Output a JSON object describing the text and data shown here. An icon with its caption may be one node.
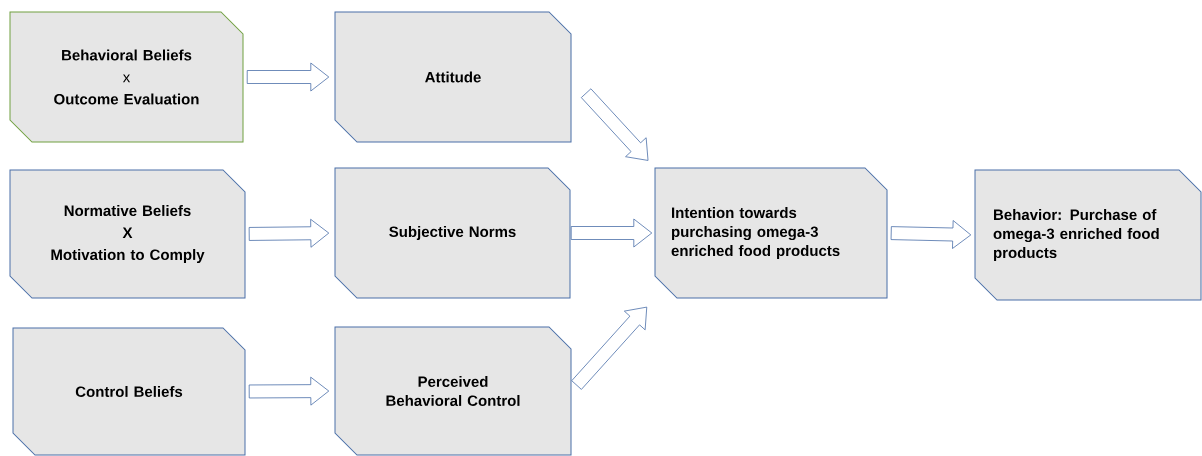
{
  "diagram": {
    "nodes": [
      {
        "text": [
          "Behavioral Beliefs",
          "x",
          "Outcome Evaluation"
        ]
      },
      {
        "text": [
          "Attitude"
        ]
      },
      {
        "text": [
          "Normative Beliefs",
          "X",
          "Motivation to Comply"
        ]
      },
      {
        "text": [
          "Subjective Norms"
        ]
      },
      {
        "text": [
          "Control Beliefs"
        ]
      },
      {
        "text": [
          "Perceived Behavioral Control"
        ]
      },
      {
        "text": [
          "Intention towards purchasing omega-3 enriched food products"
        ]
      },
      {
        "text": [
          "Behavior: Purchase of omega-3 enriched food products"
        ]
      }
    ],
    "edges": [
      {
        "from": 0,
        "to": 1,
        "arrow": "to"
      },
      {
        "from": 1,
        "to": 6,
        "arrow": "to"
      },
      {
        "from": 2,
        "to": 3,
        "arrow": "to"
      },
      {
        "from": 3,
        "to": 6,
        "arrow": "to"
      },
      {
        "from": 6,
        "to": 7,
        "arrow": "to"
      },
      {
        "from": 4,
        "to": 5,
        "arrow": "to"
      },
      {
        "from": 5,
        "to": 6,
        "arrow": "to"
      }
    ]
  }
}
